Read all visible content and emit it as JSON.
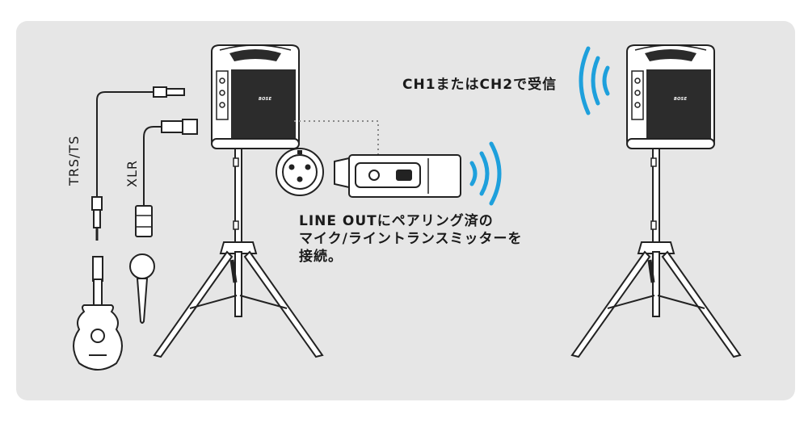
{
  "labels": {
    "receive": "CH1またはCH2で受信",
    "lineout_line1": "LINE OUTにペアリング済の",
    "lineout_line2": "マイク/ライントランスミッターを",
    "lineout_line3": "接続。",
    "trs": "TRS/TS",
    "xlr": "XLR"
  },
  "brand": "BOSE",
  "colors": {
    "panel": "#e6e6e6",
    "wireless": "#1ea0dc",
    "stroke": "#222222",
    "dotted": "#888888"
  }
}
